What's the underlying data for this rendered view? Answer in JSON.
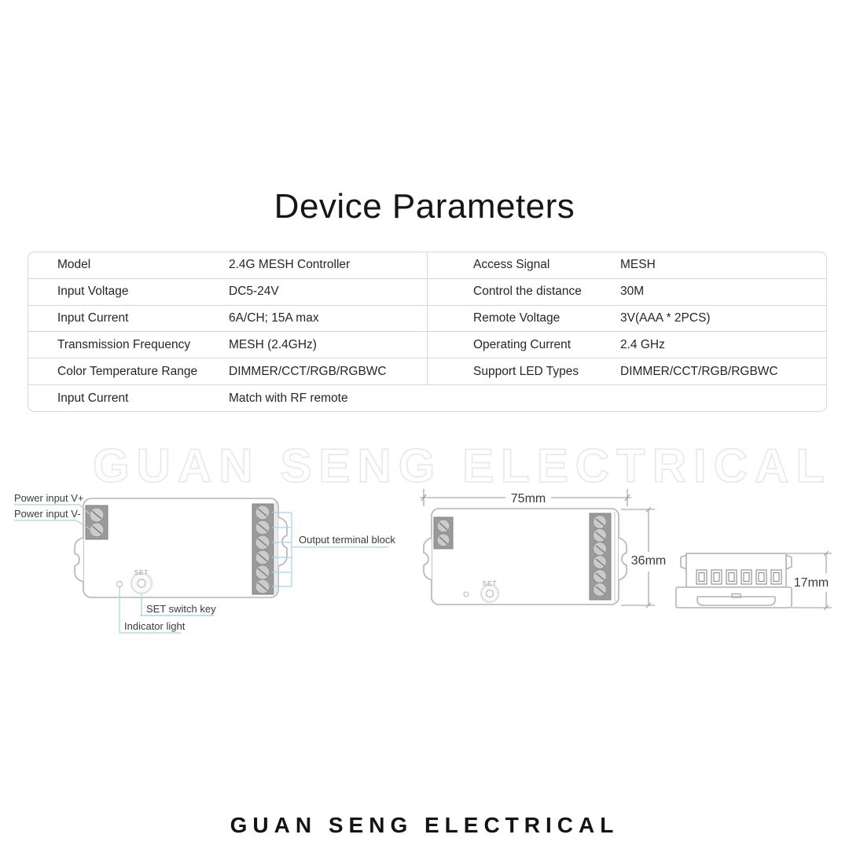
{
  "page": {
    "title": "Device Parameters",
    "watermark": "GUAN SENG ELECTRICAL",
    "footer": "GUAN SENG ELECTRICAL"
  },
  "colors": {
    "outline": "#b4b4b4",
    "terminal_fill": "#9a9a9a",
    "terminal_stroke": "#838383",
    "screw_fill": "#cbcbcb",
    "screw_stroke": "#8f8f8f",
    "leader": "#a9d4e3",
    "dimension_line": "#9a9a9a",
    "label_text": "#3a3a3a",
    "table_border": "#d8d8d8",
    "watermark": "#e8e8e8"
  },
  "table": {
    "left_rows": [
      {
        "label": "Model",
        "value": "2.4G MESH Controller"
      },
      {
        "label": "Input Voltage",
        "value": "DC5-24V"
      },
      {
        "label": "Input Current",
        "value": "6A/CH; 15A max"
      },
      {
        "label": "Transmission Frequency",
        "value": "MESH (2.4GHz)"
      },
      {
        "label": "Color Temperature Range",
        "value": "DIMMER/CCT/RGB/RGBWC"
      },
      {
        "label": "Input Current",
        "value": "Match with RF remote"
      }
    ],
    "right_rows": [
      {
        "label": "Access Signal",
        "value": "MESH"
      },
      {
        "label": "Control the distance",
        "value": "30M"
      },
      {
        "label": "Remote Voltage",
        "value": "3V(AAA * 2PCS)"
      },
      {
        "label": "Operating Current",
        "value": "2.4 GHz"
      },
      {
        "label": "Support LED Types",
        "value": "DIMMER/CCT/RGB/RGBWC"
      },
      {
        "label": "",
        "value": ""
      }
    ]
  },
  "diagram": {
    "labels": {
      "power_v_plus": "Power input V+",
      "power_v_minus": "Power input V-",
      "output_terminal": "Output terminal block",
      "set_caption": "SET",
      "set_switch": "SET switch key",
      "indicator": "Indicator light"
    },
    "dimensions": {
      "width": "75mm",
      "height": "36mm",
      "depth": "17mm"
    }
  }
}
